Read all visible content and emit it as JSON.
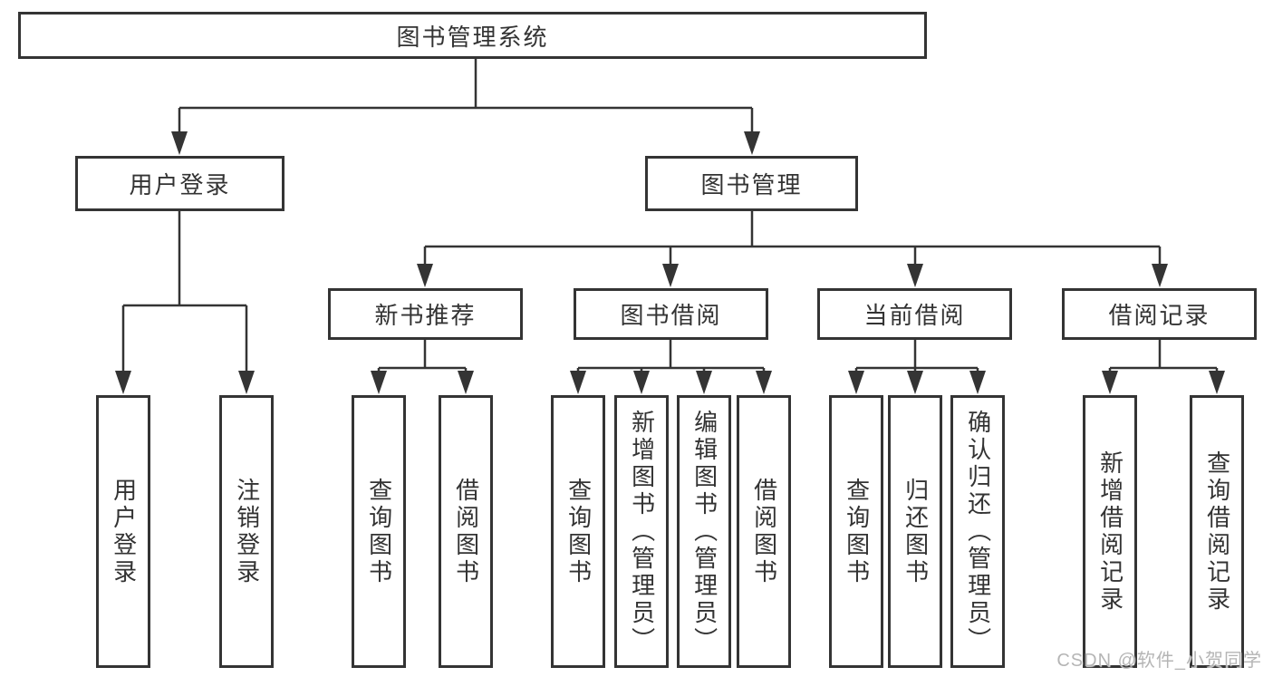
{
  "diagram": {
    "root": {
      "label": "图书管理系统",
      "children": [
        {
          "label": "用户登录",
          "children": [
            {
              "label": "用户登录"
            },
            {
              "label": "注销登录"
            }
          ]
        },
        {
          "label": "图书管理",
          "children": [
            {
              "label": "新书推荐",
              "children": [
                {
                  "label": "查询图书"
                },
                {
                  "label": "借阅图书"
                }
              ]
            },
            {
              "label": "图书借阅",
              "children": [
                {
                  "label": "查询图书"
                },
                {
                  "label": "新增图书（管理员）"
                },
                {
                  "label": "编辑图书（管理员）"
                },
                {
                  "label": "借阅图书"
                }
              ]
            },
            {
              "label": "当前借阅",
              "children": [
                {
                  "label": "查询图书"
                },
                {
                  "label": "归还图书"
                },
                {
                  "label": "确认归还（管理员）"
                }
              ]
            },
            {
              "label": "借阅记录",
              "children": [
                {
                  "label": "新增借阅记录"
                },
                {
                  "label": "查询借阅记录"
                }
              ]
            }
          ]
        }
      ]
    }
  },
  "watermark": {
    "text": "CSDN @软件_小贺同学"
  },
  "colors": {
    "line": "#343434",
    "box_border": "#343434",
    "text": "#333333",
    "background": "#ffffff",
    "watermark": "#b5b5b5"
  }
}
